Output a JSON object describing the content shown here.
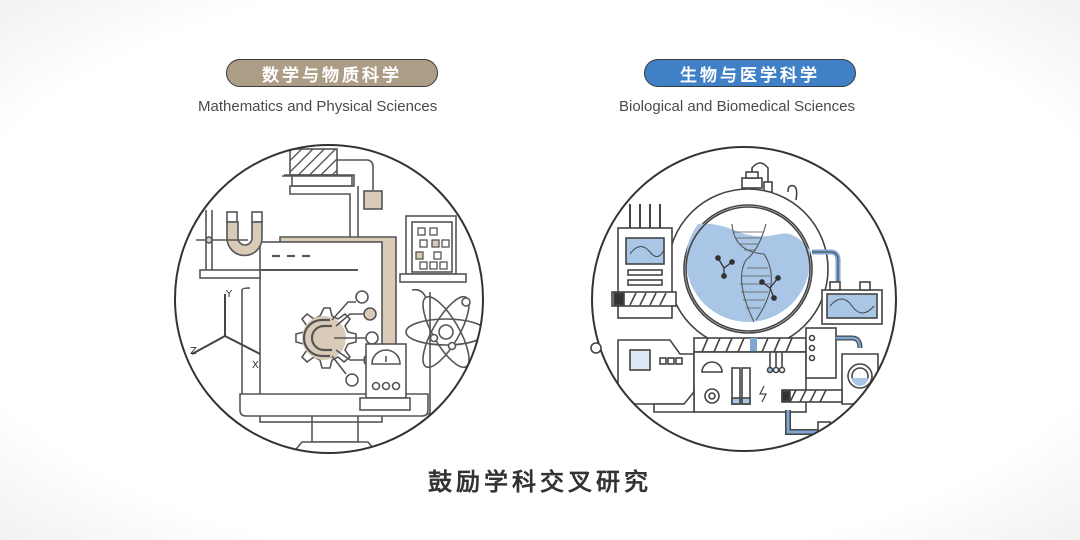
{
  "left": {
    "badge_label": "数学与物质科学",
    "subtitle": "Mathematics and Physical Sciences",
    "badge_color": "#ac9d86",
    "accent_fill": "#d9cbb8",
    "axis_labels": {
      "x": "X",
      "y": "Y",
      "z": "Z"
    }
  },
  "right": {
    "badge_label": "生物与医学科学",
    "subtitle": "Biological and Biomedical Sciences",
    "badge_color": "#3f80c6",
    "accent_fill": "#a9c6e6"
  },
  "footer": {
    "text": "鼓励学科交叉研究"
  }
}
